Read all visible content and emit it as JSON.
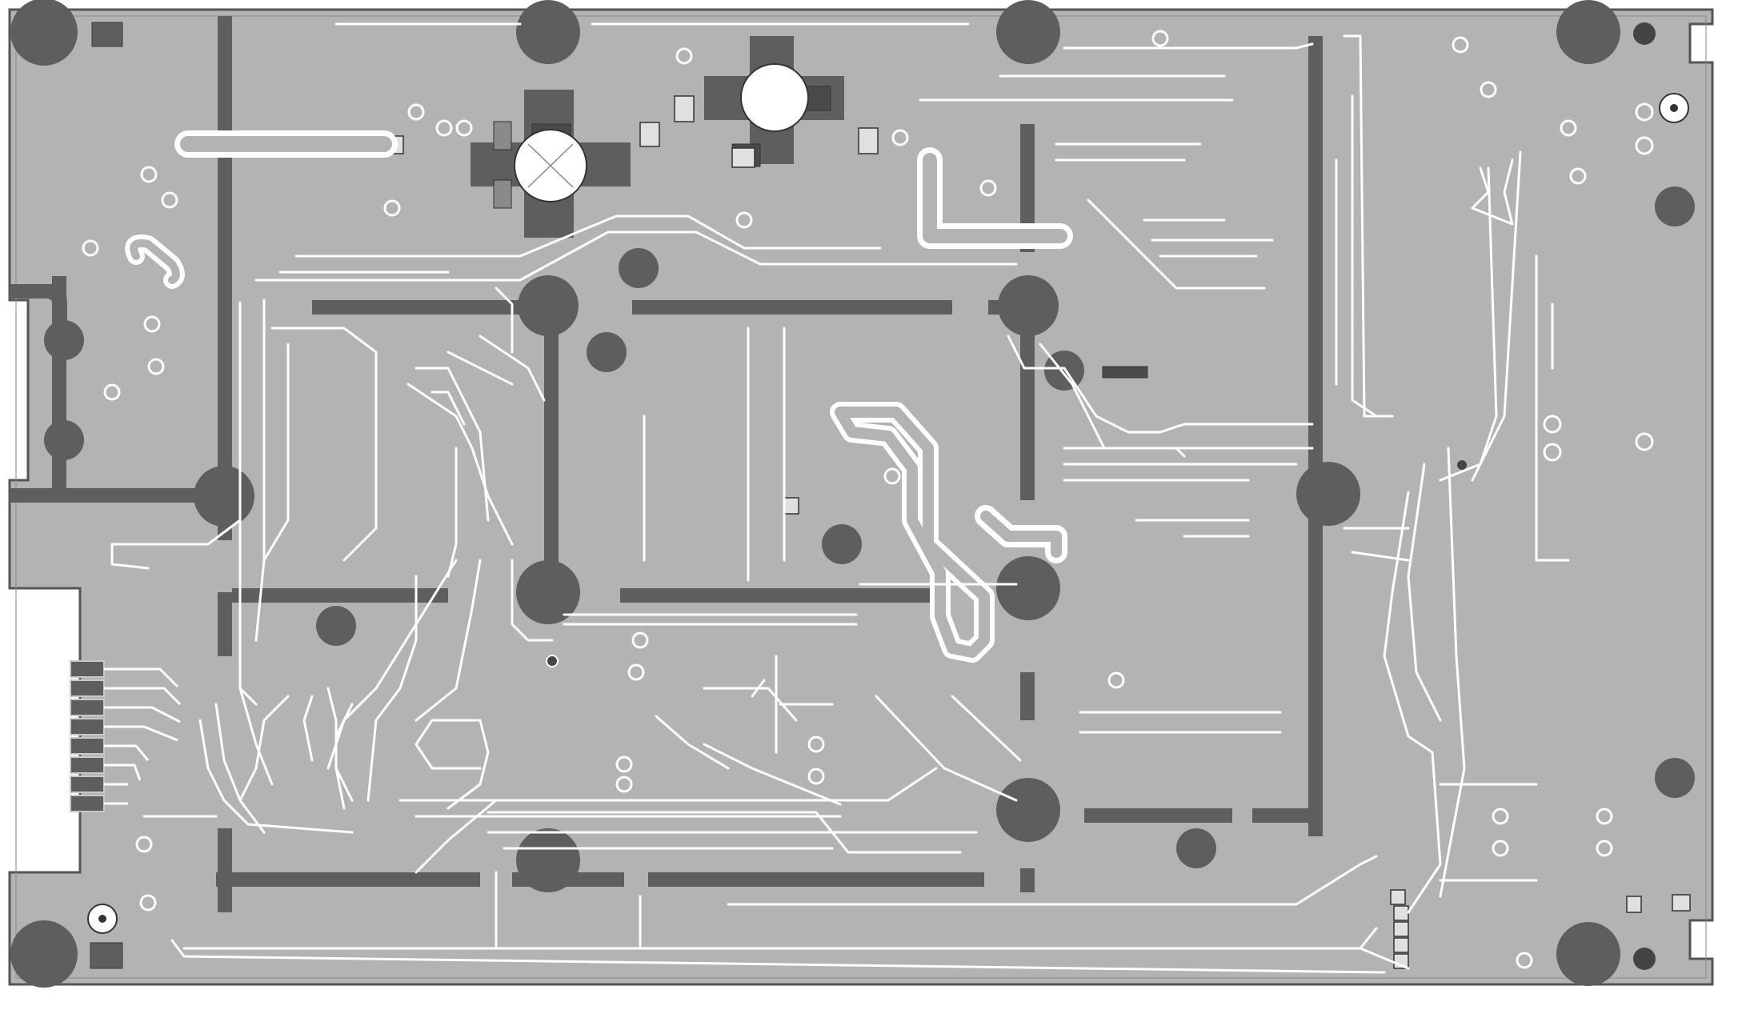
{
  "view": {
    "kind": "pcb-layer",
    "title": ""
  },
  "colors": {
    "background": "#ffffff",
    "board_fill": "#b3b3b3",
    "copper_plane": "#5e5e5e",
    "trace": "#ffffff",
    "pad_dark": "#4d4d4d",
    "outline": "#555555"
  },
  "icons": {
    "mounting_hole": "dark-filled-circle",
    "via": "small-white-ring",
    "pad": "dark-rectangle",
    "transistor": "white-circle-with-cross"
  }
}
